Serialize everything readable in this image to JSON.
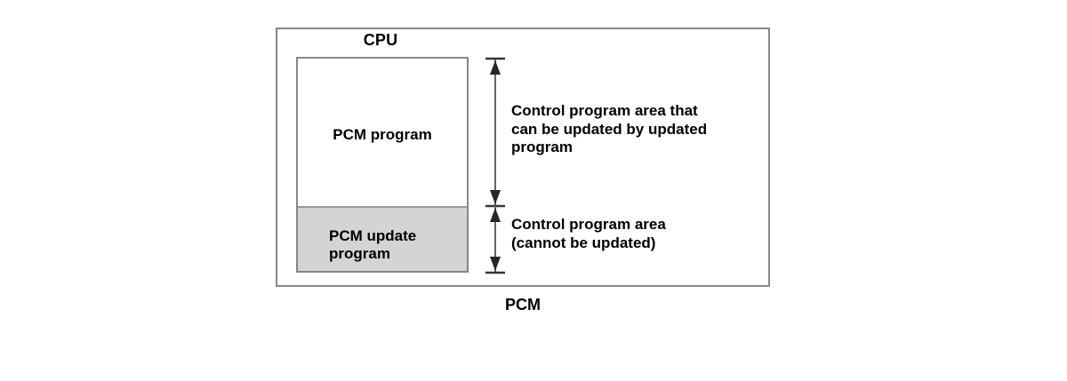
{
  "diagram": {
    "cpu_label": "CPU",
    "bottom_caption": "PCM",
    "memory": {
      "upper_block_label": "PCM program",
      "lower_block_label": "PCM update\nprogram",
      "lower_block_fill": "#d4d4d4",
      "border_color": "#8a8784"
    },
    "annotations": {
      "upper": "Control program area that\ncan be updated by updated\nprogram",
      "lower": "Control program area\n(cannot be updated)"
    },
    "dimension_arrows": {
      "upper_arrow_name": "updatable-area-dimension-arrow",
      "lower_arrow_name": "non-updatable-area-dimension-arrow",
      "line_color": "#6b6560"
    }
  }
}
